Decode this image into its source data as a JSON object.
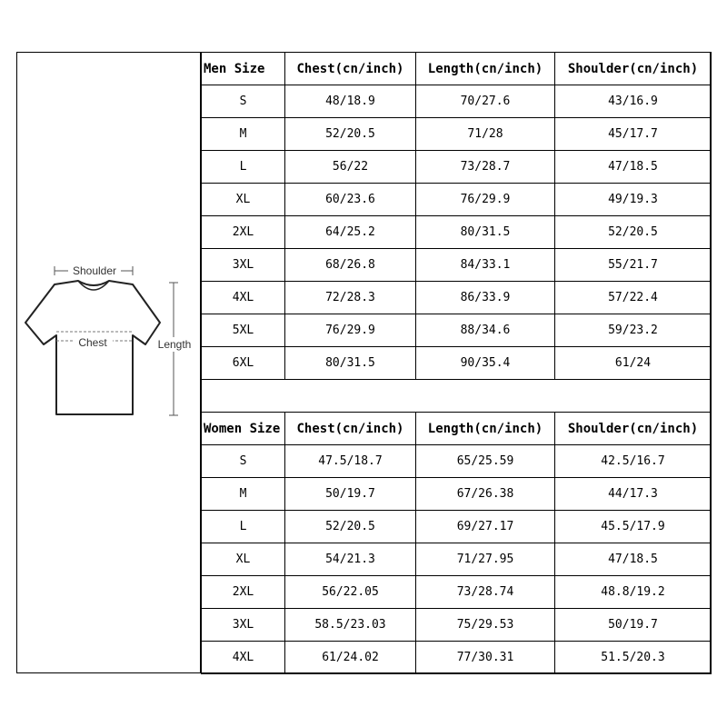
{
  "diagram": {
    "shoulder_label": "Shoulder",
    "chest_label": "Chest",
    "length_label": "Length",
    "shirt_icon": "tshirt-icon"
  },
  "men": {
    "headers": [
      "Men Size",
      "Chest(cn/inch)",
      "Length(cn/inch)",
      "Shoulder(cn/inch)"
    ],
    "rows": [
      [
        "S",
        "48/18.9",
        "70/27.6",
        "43/16.9"
      ],
      [
        "M",
        "52/20.5",
        "71/28",
        "45/17.7"
      ],
      [
        "L",
        "56/22",
        "73/28.7",
        "47/18.5"
      ],
      [
        "XL",
        "60/23.6",
        "76/29.9",
        "49/19.3"
      ],
      [
        "2XL",
        "64/25.2",
        "80/31.5",
        "52/20.5"
      ],
      [
        "3XL",
        "68/26.8",
        "84/33.1",
        "55/21.7"
      ],
      [
        "4XL",
        "72/28.3",
        "86/33.9",
        "57/22.4"
      ],
      [
        "5XL",
        "76/29.9",
        "88/34.6",
        "59/23.2"
      ],
      [
        "6XL",
        "80/31.5",
        "90/35.4",
        "61/24"
      ]
    ]
  },
  "women": {
    "headers": [
      "Women Size",
      "Chest(cn/inch)",
      "Length(cn/inch)",
      "Shoulder(cn/inch)"
    ],
    "rows": [
      [
        "S",
        "47.5/18.7",
        "65/25.59",
        "42.5/16.7"
      ],
      [
        "M",
        "50/19.7",
        "67/26.38",
        "44/17.3"
      ],
      [
        "L",
        "52/20.5",
        "69/27.17",
        "45.5/17.9"
      ],
      [
        "XL",
        "54/21.3",
        "71/27.95",
        "47/18.5"
      ],
      [
        "2XL",
        "56/22.05",
        "73/28.74",
        "48.8/19.2"
      ],
      [
        "3XL",
        "58.5/23.03",
        "75/29.53",
        "50/19.7"
      ],
      [
        "4XL",
        "61/24.02",
        "77/30.31",
        "51.5/20.3"
      ]
    ]
  }
}
